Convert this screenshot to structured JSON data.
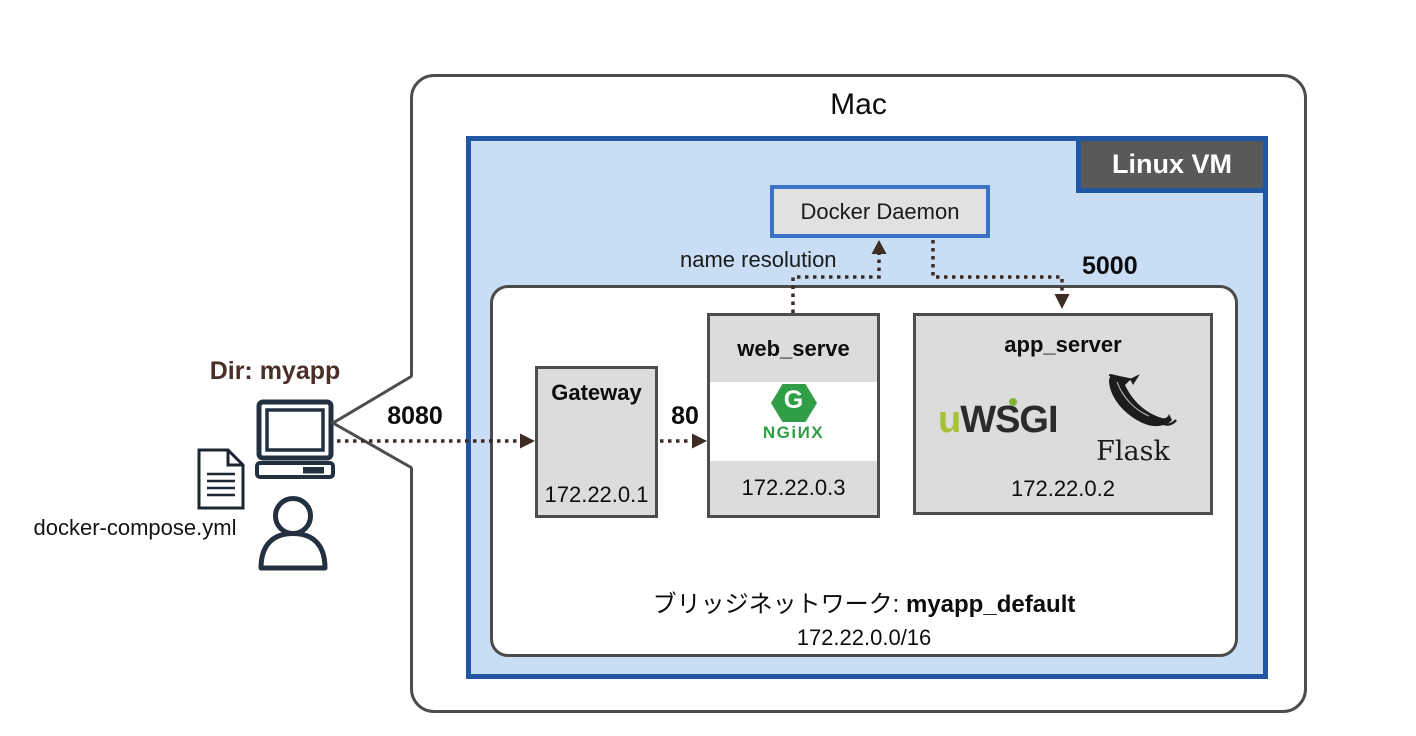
{
  "mac": {
    "title": "Mac"
  },
  "vm": {
    "title": "Linux VM"
  },
  "daemon": {
    "title": "Docker Daemon"
  },
  "network": {
    "label_prefix": "ブリッジネットワーク: ",
    "name": "myapp_default",
    "subnet": "172.22.0.0/16"
  },
  "nodes": {
    "gateway": {
      "title": "Gateway",
      "ip": "172.22.0.1"
    },
    "web_serve": {
      "title": "web_serve",
      "ip": "172.22.0.3"
    },
    "app_server": {
      "title": "app_server",
      "ip": "172.22.0.2"
    }
  },
  "logos": {
    "nginx": {
      "letter": "G",
      "wordmark": "NGiИX"
    },
    "uwsgi": {
      "u": "u",
      "wsgi": "WSGI"
    },
    "flask": {
      "label": "Flask"
    }
  },
  "ports": {
    "host_to_gateway": "8080",
    "gateway_to_web": "80",
    "daemon_to_app": "5000"
  },
  "annotations": {
    "name_resolution": "name resolution"
  },
  "client": {
    "dir_label": "Dir: myapp",
    "compose_file": "docker-compose.yml"
  },
  "colors": {
    "vm_fill": "#c9ddf5",
    "vm_border": "#2156a5",
    "daemon_border": "#3a72c4",
    "node_fill": "#dcdcdc",
    "box_border": "#4d4d4d",
    "vm_label_bg": "#595959",
    "arrow": "#3e2b24",
    "dir_text": "#4a2e28",
    "nginx_green": "#2f9e44",
    "uwsgi_green": "#a5c136",
    "icon_navy": "#22303f"
  }
}
